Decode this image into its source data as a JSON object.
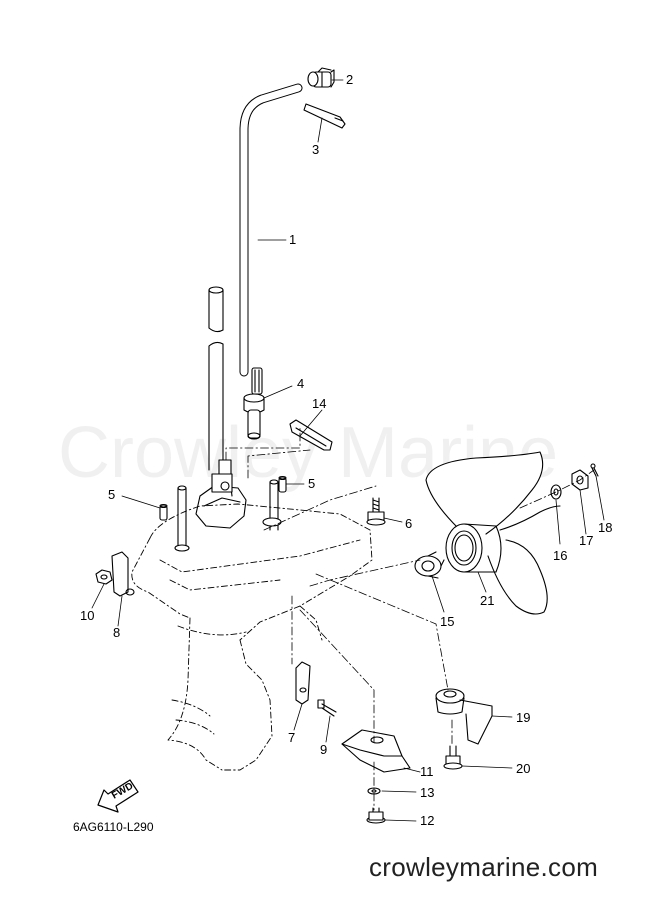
{
  "diagram": {
    "watermark": "Crowley Marine",
    "code": "6AG6110-L290",
    "site_url": "crowleymarine.com",
    "fwd_label": "FWD",
    "callouts": [
      {
        "id": "c1",
        "label": "1"
      },
      {
        "id": "c2",
        "label": "2"
      },
      {
        "id": "c3",
        "label": "3"
      },
      {
        "id": "c4",
        "label": "4"
      },
      {
        "id": "c5a",
        "label": "5"
      },
      {
        "id": "c5b",
        "label": "5"
      },
      {
        "id": "c6",
        "label": "6"
      },
      {
        "id": "c7",
        "label": "7"
      },
      {
        "id": "c8",
        "label": "8"
      },
      {
        "id": "c9",
        "label": "9"
      },
      {
        "id": "c10",
        "label": "10"
      },
      {
        "id": "c11",
        "label": "11"
      },
      {
        "id": "c12",
        "label": "12"
      },
      {
        "id": "c13",
        "label": "13"
      },
      {
        "id": "c14",
        "label": "14"
      },
      {
        "id": "c15",
        "label": "15"
      },
      {
        "id": "c16",
        "label": "16"
      },
      {
        "id": "c17",
        "label": "17"
      },
      {
        "id": "c18",
        "label": "18"
      },
      {
        "id": "c19",
        "label": "19"
      },
      {
        "id": "c20",
        "label": "20"
      },
      {
        "id": "c21",
        "label": "21"
      }
    ]
  }
}
